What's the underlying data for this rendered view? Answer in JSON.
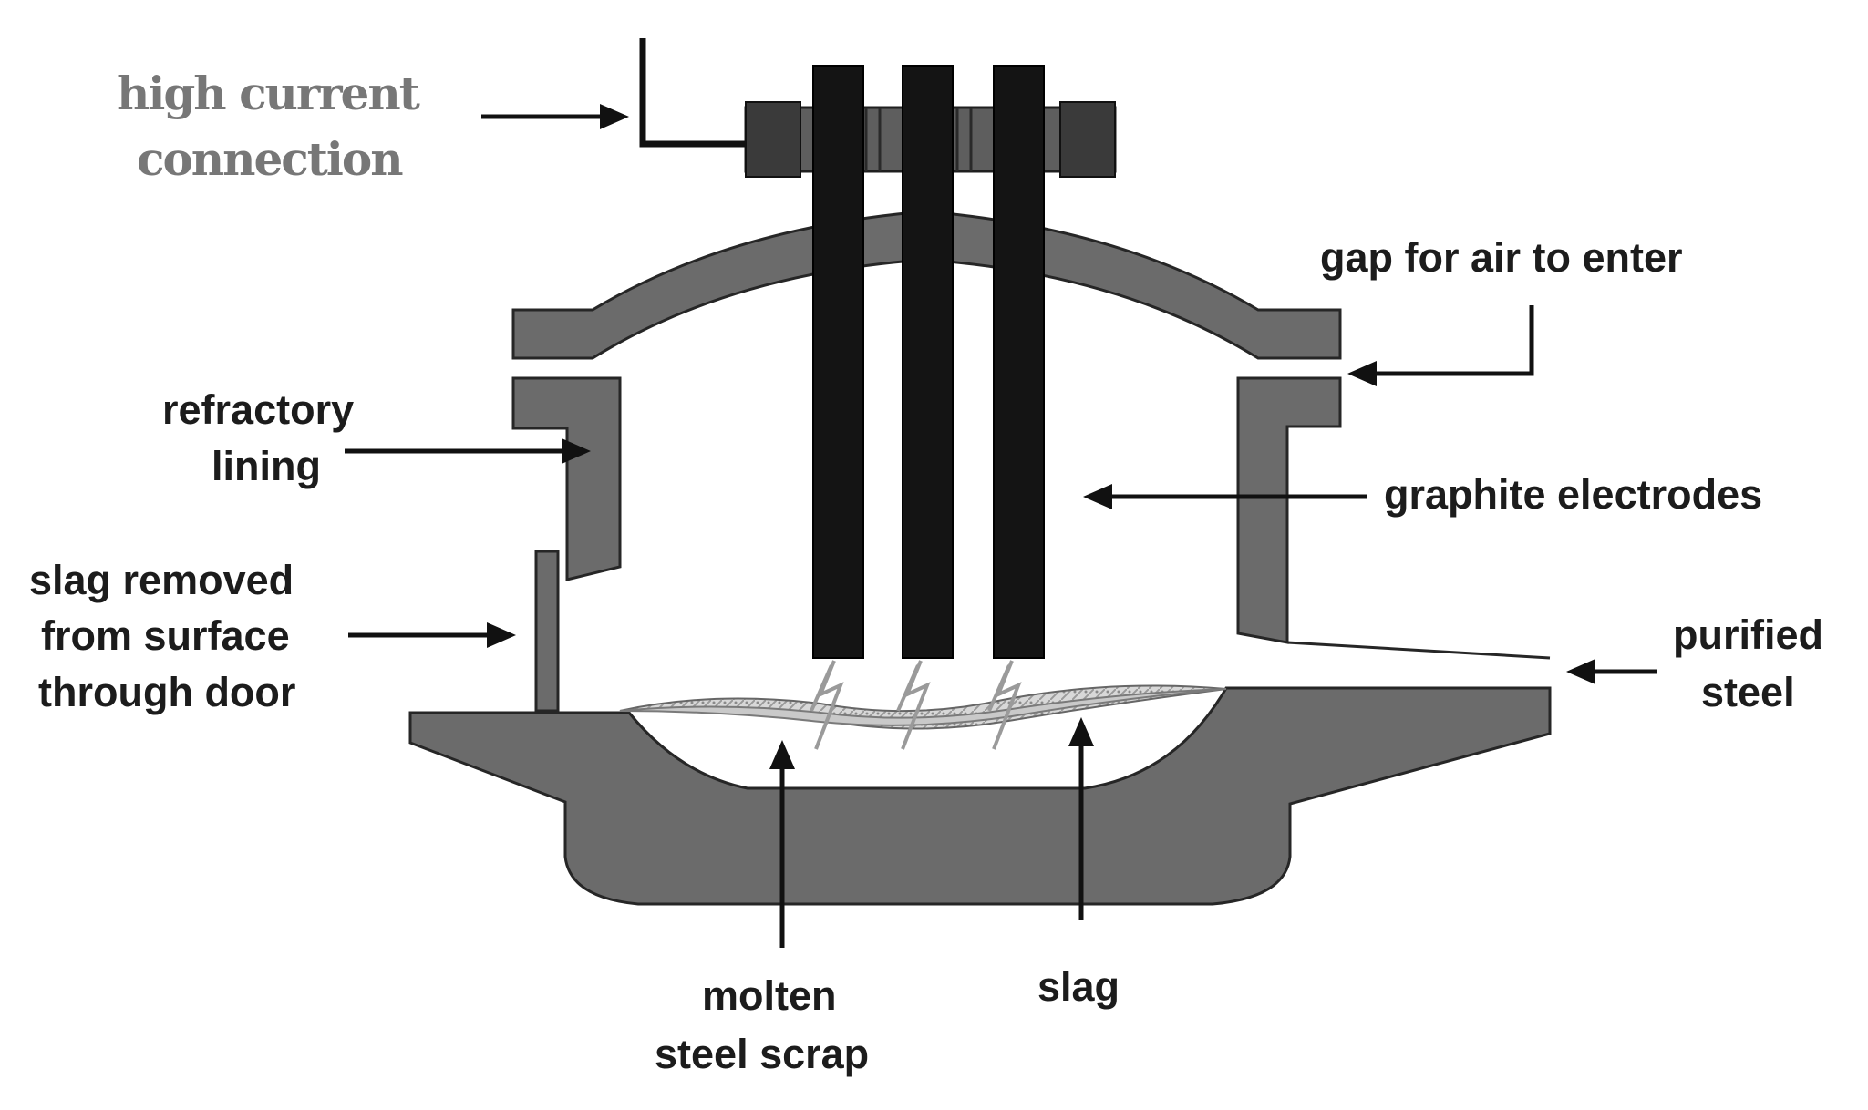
{
  "labels": {
    "high_current_line1": "high current",
    "high_current_line2": "connection",
    "gap_for_air": "gap for air to enter",
    "refractory_line1": "refractory",
    "refractory_line2": "lining",
    "graphite_electrodes": "graphite electrodes",
    "slag_removed_line1": "slag removed",
    "slag_removed_line2": "from surface",
    "slag_removed_line3": "through door",
    "purified_line1": "purified",
    "purified_line2": "steel",
    "molten_line1": "molten",
    "molten_line2": "steel scrap",
    "slag": "slag"
  },
  "colors": {
    "shell": "#6b6b6b",
    "electrode": "#141414",
    "background": "#ffffff"
  }
}
